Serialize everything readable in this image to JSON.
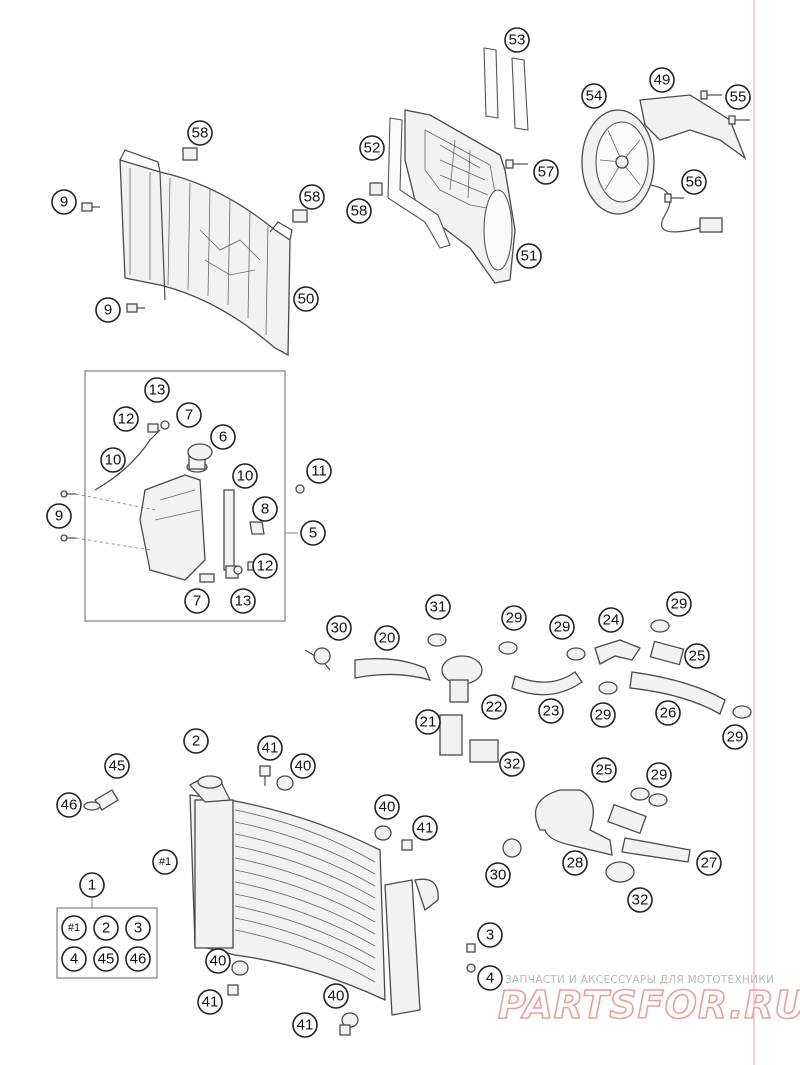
{
  "callouts": {
    "c53": "53",
    "c49": "49",
    "c54": "54",
    "c55": "55",
    "c58a": "58",
    "c52": "52",
    "c57": "57",
    "c9a": "9",
    "c58b": "58",
    "c58c": "58",
    "c56": "56",
    "c51": "51",
    "c9b": "9",
    "c50": "50",
    "c13a": "13",
    "c12a": "12",
    "c7a": "7",
    "c6": "6",
    "c10a": "10",
    "c10b": "10",
    "c11": "11",
    "c9c": "9",
    "c8": "8",
    "c5": "5",
    "c12b": "12",
    "c7b": "7",
    "c13b": "13",
    "c31": "31",
    "c29a": "29",
    "c29b": "29",
    "c24": "24",
    "c29c": "29",
    "c30a": "30",
    "c20": "20",
    "c25a": "25",
    "c22": "22",
    "c23": "23",
    "c29d": "29",
    "c26": "26",
    "c21": "21",
    "c29e": "29",
    "c32a": "32",
    "c2": "2",
    "c41a": "41",
    "c40a": "40",
    "c45": "45",
    "c46": "46",
    "c40b": "40",
    "c41b": "41",
    "c25b": "25",
    "c29f": "29",
    "c1main": "#1",
    "c30b": "30",
    "c28": "28",
    "c27": "27",
    "c32b": "32",
    "c1": "1",
    "k1": "#1",
    "k2": "2",
    "k3": "3",
    "k4": "4",
    "k45": "45",
    "k46": "46",
    "c3": "3",
    "c4": "4",
    "c40c": "40",
    "c41c": "41",
    "c40d": "40",
    "c41d": "41"
  },
  "watermark": {
    "tagline": "ЗАПЧАСТИ И АКСЕССУАРЫ ДЛЯ МОТОТЕХНИКИ",
    "logo": "PARTSFOR.RU"
  },
  "colors": {
    "border_line": "#e8a0a0",
    "watermark_logo": "#f29c9c"
  }
}
